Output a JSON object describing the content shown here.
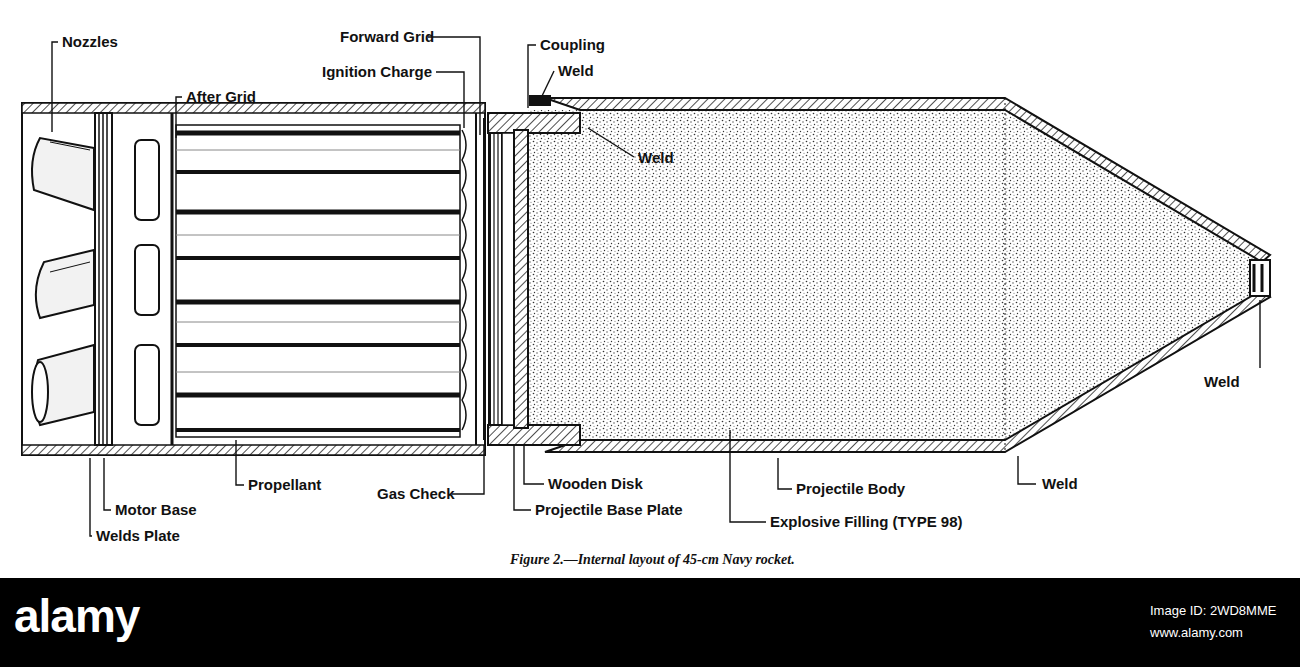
{
  "diagram": {
    "caption": "Figure 2.—Internal layout of 45-cm Navy rocket.",
    "labels": [
      "Nozzles",
      "Forward Grid",
      "Ignition Charge",
      "After Grid",
      "Coupling",
      "Weld",
      "Weld",
      "Weld",
      "Propellant",
      "Gas Check",
      "Wooden Disk",
      "Projectile Base Plate",
      "Motor Base",
      "Welds Plate",
      "Projectile Body",
      "Weld",
      "Explosive Filling (TYPE 98)",
      "alamy",
      "Image ID: 2WD8MME",
      "www.alamy.com"
    ]
  }
}
